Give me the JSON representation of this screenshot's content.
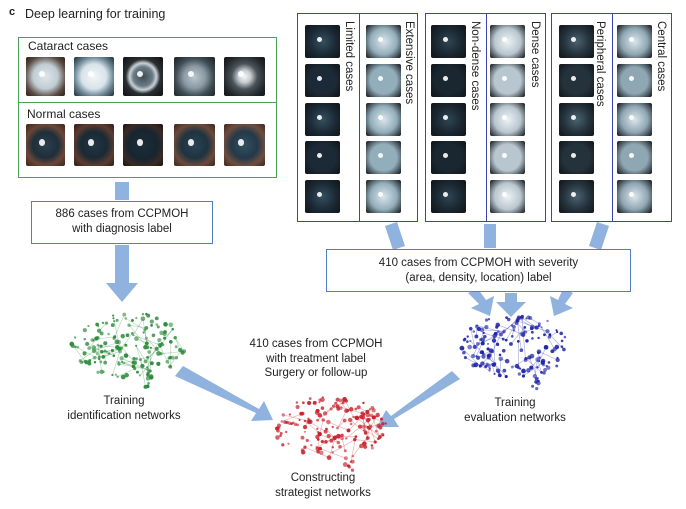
{
  "panel_letter": "c",
  "title": "Deep learning for training",
  "cataract_label": "Cataract cases",
  "normal_label": "Normal cases",
  "severity_groups": [
    {
      "left": "Limited cases",
      "right": "Extensive cases"
    },
    {
      "left": "Non-dense cases",
      "right": "Dense cases"
    },
    {
      "left": "Peripheral cases",
      "right": "Central cases"
    }
  ],
  "box_identification": [
    "886 cases from CCPMOH",
    "with diagnosis label"
  ],
  "box_severity": [
    "410 cases from CCPMOH with severity",
    "(area, density, location) label"
  ],
  "treatment_text": [
    "410 cases from CCPMOH",
    "with treatment label",
    "Surgery or follow-up"
  ],
  "caption_identification": [
    "Training",
    "identification networks"
  ],
  "caption_evaluation": [
    "Training",
    "evaluation networks"
  ],
  "caption_strategist": [
    "Constructing",
    "strategist networks"
  ],
  "colors": {
    "green": "#2e8b3e",
    "blue": "#1e24a6",
    "red": "#c8232b",
    "arrow": "#8fb2de",
    "box_green": "#49a35a",
    "box_blue": "#3c43b5"
  }
}
